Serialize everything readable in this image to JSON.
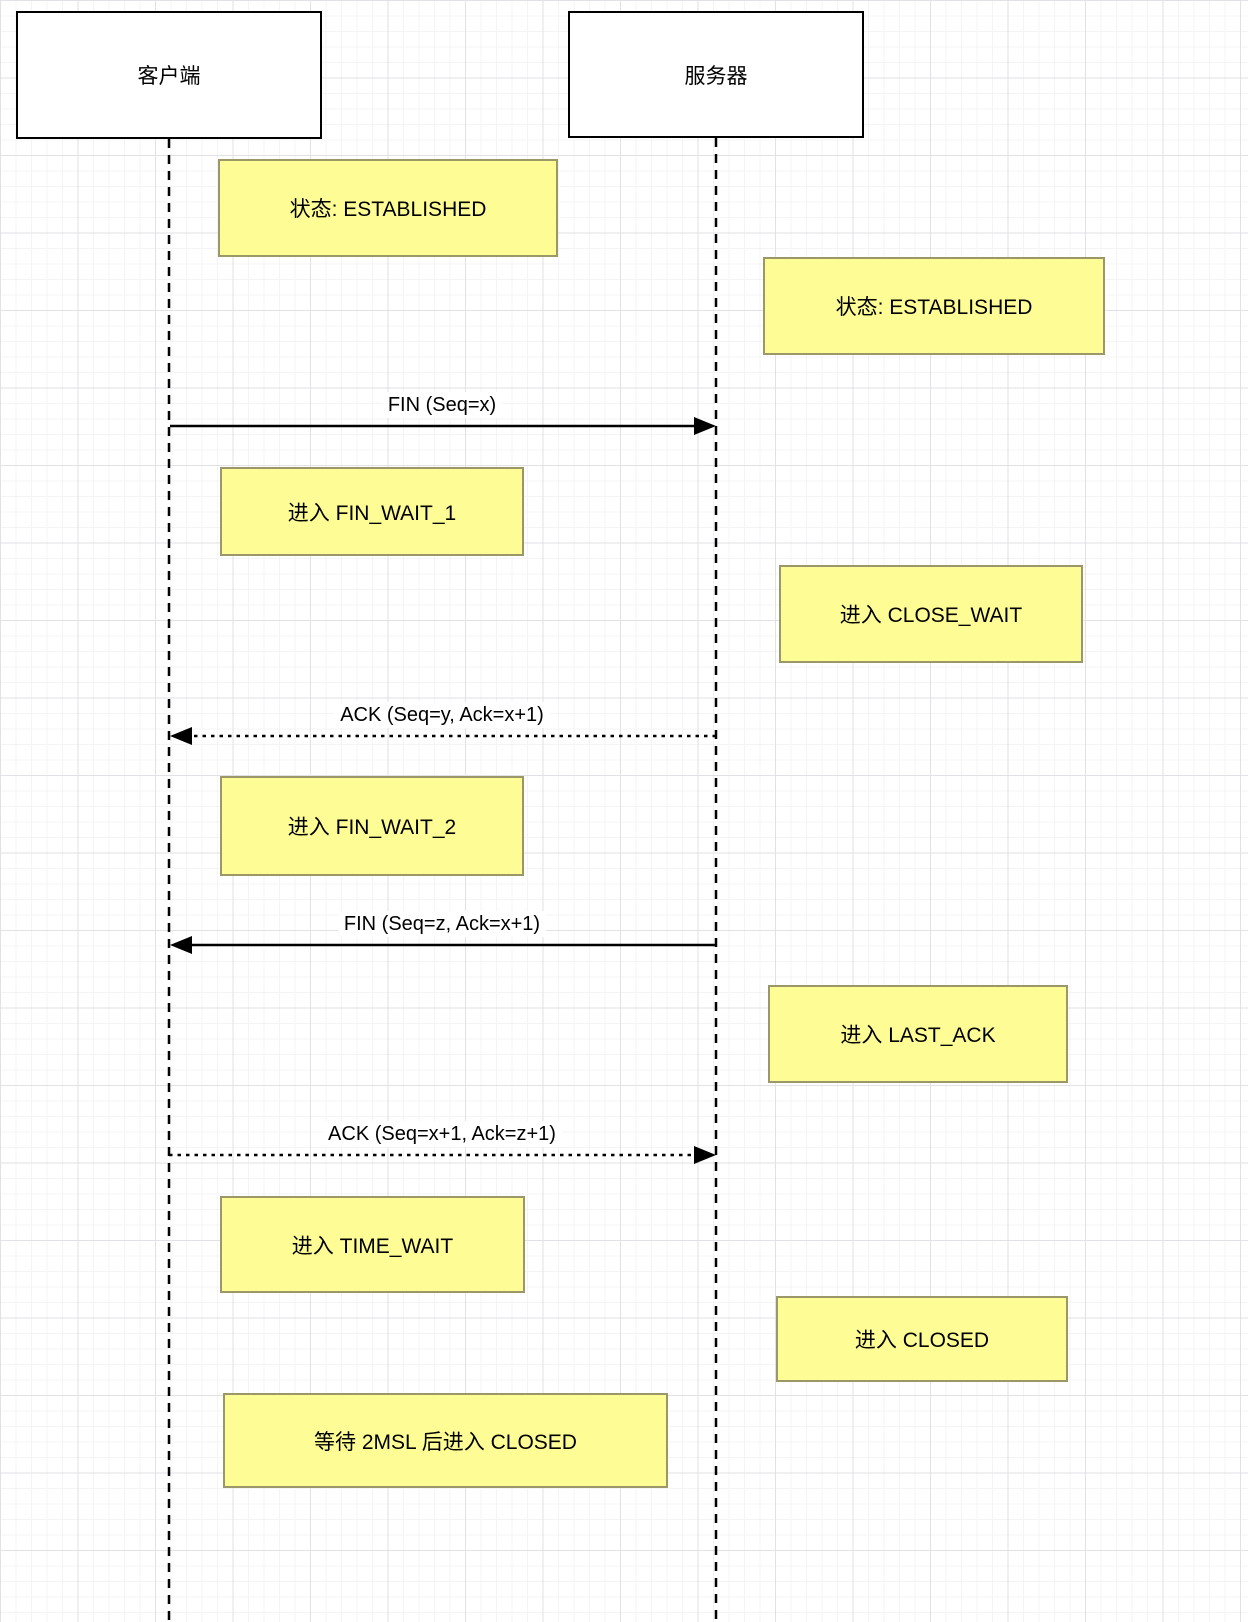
{
  "diagram": {
    "title_hint": "TCP four-way handshake connection termination sequence",
    "actors": [
      {
        "id": "client",
        "label": "客户端"
      },
      {
        "id": "server",
        "label": "服务器"
      }
    ],
    "notes": [
      {
        "text": "状态: ESTABLISHED",
        "side": "client"
      },
      {
        "text": "状态: ESTABLISHED",
        "side": "server"
      },
      {
        "text": "进入 FIN_WAIT_1",
        "side": "client"
      },
      {
        "text": "进入 CLOSE_WAIT",
        "side": "server"
      },
      {
        "text": "进入 FIN_WAIT_2",
        "side": "client"
      },
      {
        "text": "进入 LAST_ACK",
        "side": "server"
      },
      {
        "text": "进入 TIME_WAIT",
        "side": "client"
      },
      {
        "text": "进入 CLOSED",
        "side": "server"
      },
      {
        "text": "等待 2MSL 后进入 CLOSED",
        "side": "client"
      }
    ],
    "messages": [
      {
        "label": "FIN (Seq=x)",
        "from": "client",
        "to": "server",
        "line_style": "solid"
      },
      {
        "label": "ACK (Seq=y, Ack=x+1)",
        "from": "server",
        "to": "client",
        "line_style": "dotted"
      },
      {
        "label": "FIN (Seq=z, Ack=x+1)",
        "from": "server",
        "to": "client",
        "line_style": "solid"
      },
      {
        "label": "ACK (Seq=x+1, Ack=z+1)",
        "from": "client",
        "to": "server",
        "line_style": "dotted"
      }
    ],
    "colors": {
      "note_fill": "#FEFC95",
      "note_border": "#9B9768",
      "actor_fill": "#FFFFFF",
      "actor_border": "#000000",
      "line": "#000000",
      "grid_minor": "#F4F4F7",
      "grid_major": "#E1E1E6",
      "background": "#FFFFFF"
    }
  }
}
